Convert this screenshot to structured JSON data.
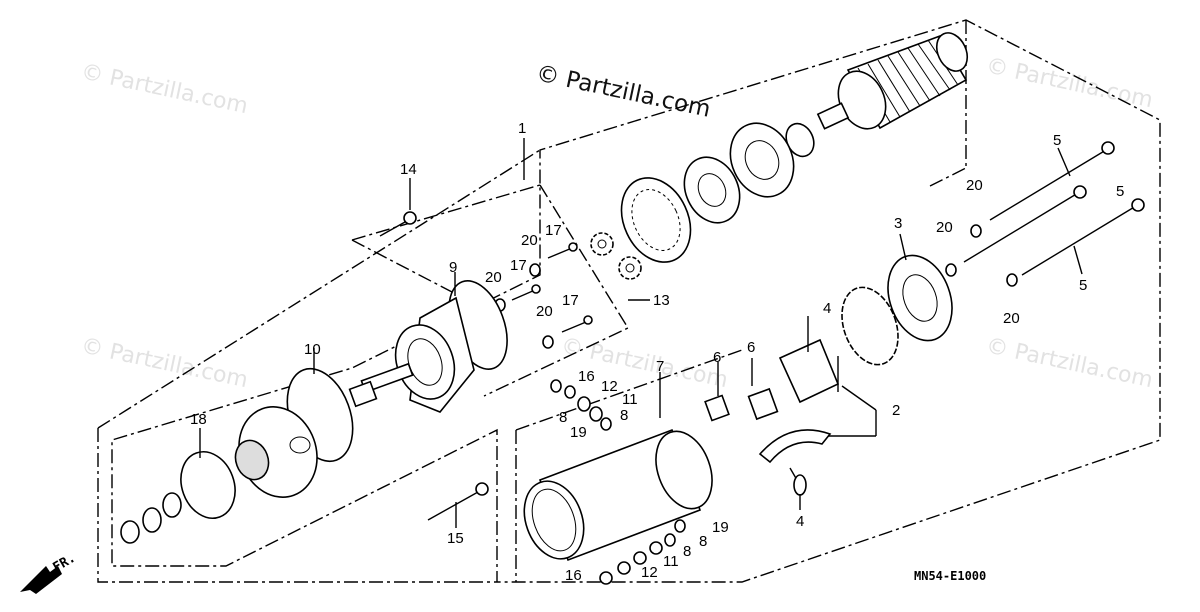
{
  "watermarks": {
    "main": "© Partzilla.com",
    "faint": "© Partzilla.com"
  },
  "diagram_code": "MN54-E1000",
  "front_marker": "FR.",
  "callouts": {
    "c1": "1",
    "c2": "2",
    "c3": "3",
    "c4a": "4",
    "c4b": "4",
    "c5a": "5",
    "c5b": "5",
    "c5c": "5",
    "c6a": "6",
    "c6b": "6",
    "c7": "7",
    "c8a": "8",
    "c8b": "8",
    "c8c": "8",
    "c8d": "8",
    "c9": "9",
    "c10": "10",
    "c11a": "11",
    "c11b": "11",
    "c12a": "12",
    "c12b": "12",
    "c13": "13",
    "c14": "14",
    "c15": "15",
    "c16a": "16",
    "c16b": "16",
    "c17a": "17",
    "c17b": "17",
    "c17c": "17",
    "c18": "18",
    "c19a": "19",
    "c19b": "19",
    "c20a": "20",
    "c20b": "20",
    "c20c": "20",
    "c20d": "20",
    "c20e": "20",
    "c20f": "20"
  },
  "icons": {
    "front_arrow": "front-arrow-icon"
  }
}
